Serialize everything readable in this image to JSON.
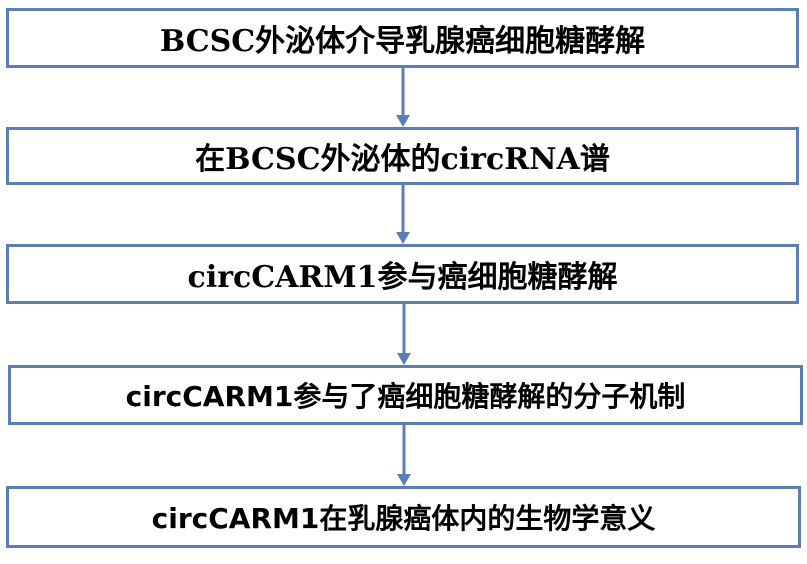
{
  "steps": [
    {
      "label": "BCSC外泌体介导乳腺癌细胞糖酵解"
    },
    {
      "label": "在BCSC外泌体的circRNA谱"
    },
    {
      "label": "circCARM1参与癌细胞糖酵解"
    },
    {
      "label": "circCARM1参与了癌细胞糖酵解的分子机制"
    },
    {
      "label": "circCARM1在乳腺癌体内的生物学意义"
    }
  ],
  "colors": {
    "box_border": "#5b7fb4",
    "arrow": "#5b7fb4",
    "text": "#000000"
  }
}
